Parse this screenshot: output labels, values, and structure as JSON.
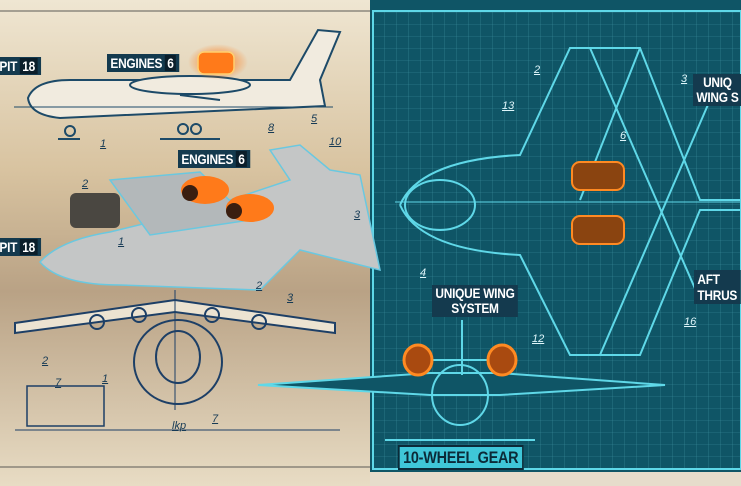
{
  "colors": {
    "paper": "#e9e0cc",
    "blueprint": "#0f5566",
    "line_cyan": "#5fd8e8",
    "ink": "#163a55",
    "engine_orange": "#ff7a1a",
    "label_bg": "#143a4e"
  },
  "labels": {
    "cockpit_top": {
      "text": "PIT",
      "num": "18"
    },
    "engines_top": {
      "text": "ENGINES",
      "num": "6"
    },
    "engines_mid": {
      "text": "ENGINES",
      "num": "6"
    },
    "cockpit_mid": {
      "text": "PIT",
      "num": "18"
    },
    "unique_wing_right": {
      "line1": "UNIQ",
      "line2": "WING S"
    },
    "unique_wing_center": {
      "line1": "UNIQUE WING",
      "line2": "SYSTEM"
    },
    "aft_thrust": {
      "line1": "AFT",
      "line2": "THRUS"
    },
    "wheel_gear": "10-WHEEL GEAR"
  },
  "callouts": {
    "side_1": "1",
    "side_8": "8",
    "side_5": "5",
    "persp_10": "10",
    "persp_2a": "2",
    "persp_3": "3",
    "persp_1": "1",
    "persp_2b": "2",
    "front_3": "3",
    "front_2": "2",
    "front_7a": "7",
    "front_1": "1",
    "front_7b": "7",
    "span": "lkp",
    "top_2": "2",
    "top_13": "13",
    "top_3": "3",
    "top_6": "6",
    "top_4": "4",
    "top_12": "12",
    "top_16": "16"
  }
}
